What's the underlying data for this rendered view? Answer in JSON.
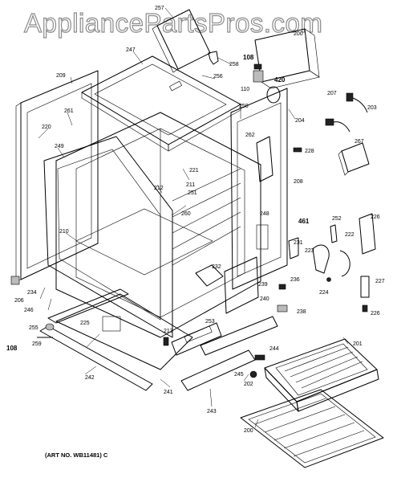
{
  "watermark": "AppliancePartsPros.com",
  "art_number": "(ART NO. WB11481) C",
  "colors": {
    "background": "#ffffff",
    "ink": "#000000",
    "watermark": "#8c8c8c"
  },
  "callouts": {
    "c257": "257",
    "c200t": "200",
    "c247": "247",
    "c258": "258",
    "c108a": "108",
    "c256": "256",
    "c420": "420",
    "c209": "209",
    "c110": "110",
    "c207": "207",
    "c203": "203",
    "c204": "204",
    "c250": "250",
    "c261": "261",
    "c262": "262",
    "c220": "220",
    "c249": "249",
    "c221": "221",
    "c228": "228",
    "c267": "267",
    "c208": "208",
    "c211": "211",
    "c212": "212",
    "c251": "251",
    "c260": "260",
    "c248": "248",
    "c461": "461",
    "c252": "252",
    "c226": "226",
    "c210": "210",
    "c222": "222",
    "c231": "231",
    "c223": "223",
    "c232": "232",
    "c227": "227",
    "c236": "236",
    "c239": "239",
    "c224": "224",
    "c234": "234",
    "c206": "206",
    "c246": "246",
    "c240": "240",
    "c238": "238",
    "c225": "225",
    "c255": "255",
    "c253": "253",
    "c213": "213",
    "c108b": "108",
    "c259": "259",
    "c201": "201",
    "c244": "244",
    "c242": "242",
    "c245": "245",
    "c202": "202",
    "c241": "241",
    "c243": "243",
    "c200b": "200"
  }
}
